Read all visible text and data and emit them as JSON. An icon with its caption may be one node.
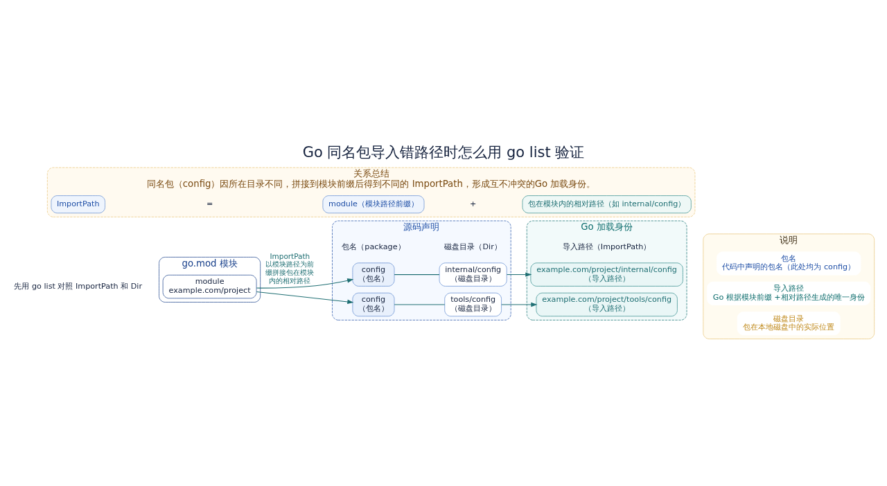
{
  "diagram": {
    "title": "Go 同名包导入错路径时怎么用 go list 验证",
    "nodes": [
      {
        "text": [
          "go.mod 模块"
        ]
      },
      {
        "text": [
          "module",
          "example.com/project"
        ],
        "in": 0
      },
      {
        "text": [
          "源码声明"
        ]
      },
      {
        "text": [
          "config",
          "（包名）"
        ],
        "in": 2
      },
      {
        "text": [
          "internal/config",
          "（磁盘目录）"
        ],
        "in": 2
      },
      {
        "text": [
          "config",
          "（包名）"
        ],
        "in": 2
      },
      {
        "text": [
          "tools/config",
          "（磁盘目录）"
        ],
        "in": 2
      },
      {
        "text": [
          "Go 加载身份"
        ]
      },
      {
        "text": [
          "example.com/project/internal/config",
          "（导入路径）"
        ],
        "in": 7
      },
      {
        "text": [
          "example.com/project/tools/config",
          "（导入路径）"
        ],
        "in": 7
      },
      {
        "text": [
          "说明"
        ]
      },
      {
        "text": [
          "包名",
          "代码中声明的包名（此处均为 config）"
        ],
        "in": 10
      },
      {
        "text": [
          "导入路径",
          "Go 根据模块前缀 +相对路径生成的唯一身份"
        ],
        "in": 10
      },
      {
        "text": [
          "磁盘目录",
          "包在本地磁盘中的实际位置"
        ],
        "in": 10
      },
      {
        "text": [
          "关系总结",
          "同名包（config）因所在目录不同，拼接到模块前缀后得到不同的 ImportPath，形成互不冲突的Go 加载身份。"
        ]
      },
      {
        "text": [
          "ImportPath"
        ],
        "in": 14
      },
      {
        "text": [
          "module（模块路径前缀）"
        ],
        "in": 14
      },
      {
        "text": [
          "包在模块内的相对路径（如 internal/config）"
        ],
        "in": 14
      }
    ],
    "edges": [
      {
        "from": 1,
        "to": 3,
        "arrow": "to",
        "label": "ImportPath 以模块路径为前缀拼接包在模块内的相对路径"
      },
      {
        "from": 1,
        "to": 5,
        "arrow": "to"
      },
      {
        "from": 3,
        "to": 4,
        "arrow": "none"
      },
      {
        "from": 4,
        "to": 8,
        "arrow": "to"
      },
      {
        "from": 5,
        "to": 6,
        "arrow": "none"
      },
      {
        "from": 6,
        "to": 9,
        "arrow": "to"
      }
    ],
    "labels": [
      "先用 go list 对照 ImportPath 和 Dir",
      "包名（package）",
      "磁盘目录（Dir）",
      "导入路径（ImportPath）",
      "=",
      "+"
    ]
  }
}
